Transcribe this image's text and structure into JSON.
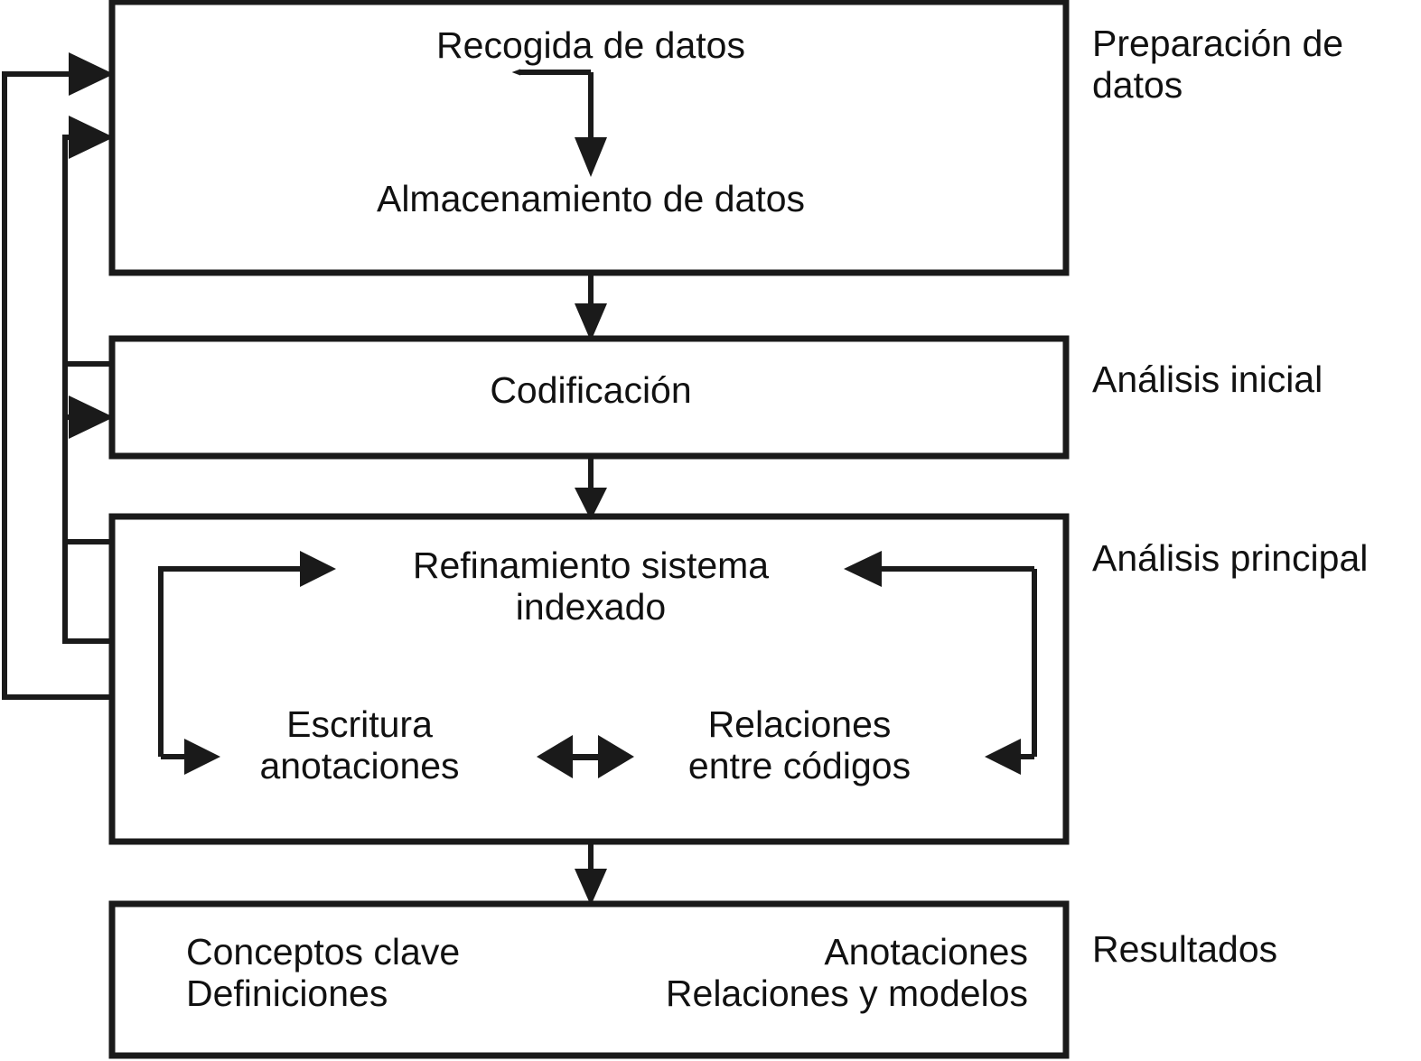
{
  "diagram": {
    "title_text_language": "es",
    "stroke_color": "#1a1a1a",
    "background_color": "#ffffff",
    "stages": [
      {
        "id": "preparacion",
        "label": "Preparación de\ndatos",
        "nodes": [
          {
            "id": "recogida",
            "label": "Recogida de datos"
          },
          {
            "id": "almacenamiento",
            "label": "Almacenamiento de datos"
          }
        ]
      },
      {
        "id": "analisis-inicial",
        "label": "Análisis inicial",
        "nodes": [
          {
            "id": "codificacion",
            "label": "Codificación"
          }
        ]
      },
      {
        "id": "analisis-principal",
        "label": "Análisis principal",
        "nodes": [
          {
            "id": "refinamiento",
            "label": "Refinamiento sistema\nindexado"
          },
          {
            "id": "escritura",
            "label": "Escritura\nanotaciones"
          },
          {
            "id": "relaciones",
            "label": "Relaciones\nentre códigos"
          }
        ]
      },
      {
        "id": "resultados",
        "label": "Resultados",
        "nodes": [
          {
            "id": "conceptos",
            "label": "Conceptos clave\nDefiniciones"
          },
          {
            "id": "anotaciones",
            "label": "Anotaciones\nRelaciones y modelos"
          }
        ]
      }
    ],
    "connectors": [
      {
        "id": "recogida-to-almacenamiento",
        "from": "recogida",
        "to": "almacenamiento",
        "kind": "arrow-down"
      },
      {
        "id": "preparacion-to-codificacion",
        "from": "preparacion",
        "to": "codificacion",
        "kind": "arrow-down"
      },
      {
        "id": "codificacion-to-analisis-principal",
        "from": "codificacion",
        "to": "analisis-principal",
        "kind": "arrow-down"
      },
      {
        "id": "analisis-principal-to-resultados",
        "from": "analisis-principal",
        "to": "resultados",
        "kind": "arrow-down"
      },
      {
        "id": "refinamiento-to-escritura",
        "from": "refinamiento",
        "to": "escritura",
        "kind": "loop-left"
      },
      {
        "id": "relaciones-to-refinamiento",
        "from": "relaciones",
        "to": "refinamiento",
        "kind": "loop-right"
      },
      {
        "id": "escritura-relaciones",
        "from": "escritura",
        "to": "relaciones",
        "kind": "double-arrow"
      },
      {
        "id": "feedback-codificacion-to-preparacion",
        "from": "codificacion",
        "to": "preparacion",
        "kind": "feedback"
      },
      {
        "id": "feedback-principal-to-preparacion",
        "from": "analisis-principal",
        "to": "preparacion",
        "kind": "feedback"
      },
      {
        "id": "feedback-principal-to-codificacion",
        "from": "analisis-principal",
        "to": "codificacion",
        "kind": "feedback"
      }
    ]
  }
}
